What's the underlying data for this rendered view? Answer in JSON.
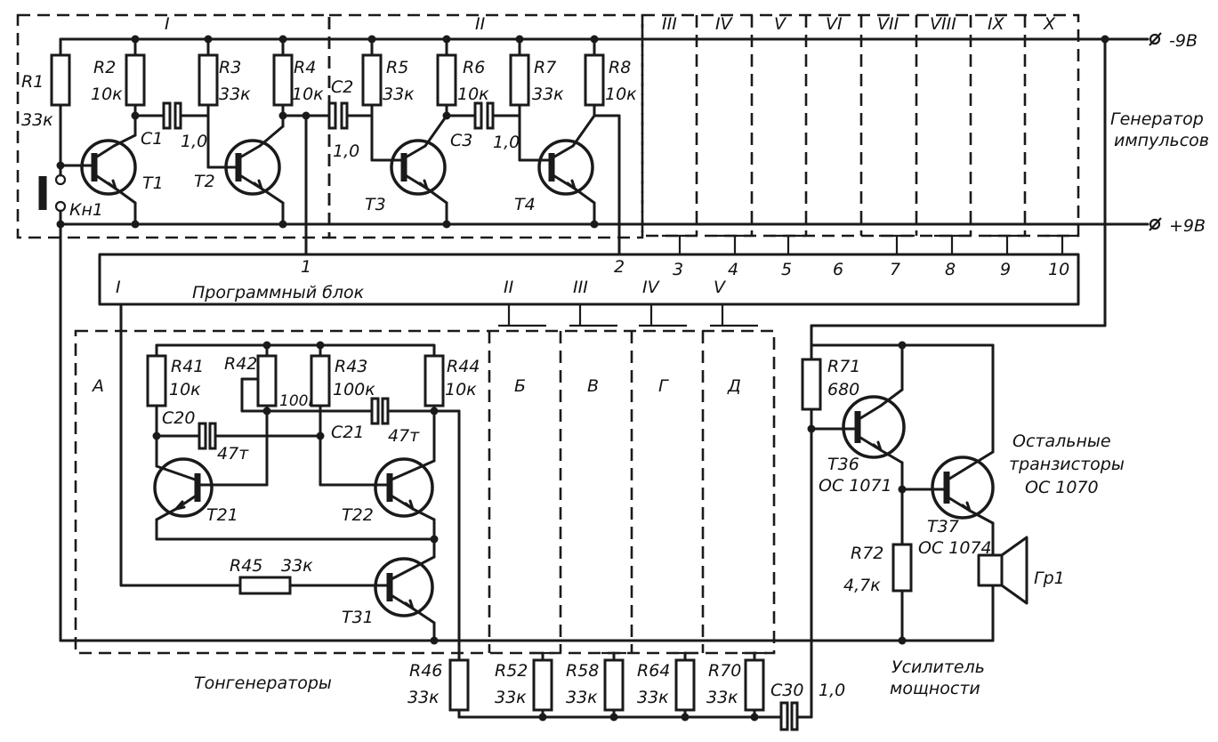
{
  "supply": {
    "negative": "-9В",
    "positive": "+9В"
  },
  "sections": {
    "pulse": [
      "I",
      "II",
      "III",
      "IV",
      "V",
      "VI",
      "VII",
      "VIII",
      "IX",
      "X"
    ],
    "tone": [
      "А",
      "Б",
      "В",
      "Г",
      "Д"
    ]
  },
  "program_block": {
    "title": "Программный блок",
    "inputs": [
      "1",
      "2",
      "3",
      "4",
      "5",
      "6",
      "7",
      "8",
      "9",
      "10"
    ],
    "outputs": [
      "I",
      "II",
      "III",
      "IV",
      "V"
    ]
  },
  "captions": {
    "pulse_gen": [
      "Генератор",
      "импульсов"
    ],
    "tone_gen": "Тонгенераторы",
    "amplifier": [
      "Усилитель",
      "мощности"
    ],
    "other_tx": [
      "Остальные",
      "транзисторы",
      "ОС 1070"
    ]
  },
  "switch": {
    "name": "Кн1"
  },
  "speaker": {
    "name": "Гр1"
  },
  "resistors": {
    "R1": [
      "R1",
      "33к"
    ],
    "R2": [
      "R2",
      "10к"
    ],
    "R3": [
      "R3",
      "33к"
    ],
    "R4": [
      "R4",
      "10к"
    ],
    "R5": [
      "R5",
      "33к"
    ],
    "R6": [
      "R6",
      "10к"
    ],
    "R7": [
      "R7",
      "33к"
    ],
    "R8": [
      "R8",
      "10к"
    ],
    "R41": [
      "R41",
      "10к"
    ],
    "R42": [
      "R42",
      "100к"
    ],
    "R43": [
      "R43",
      "100к"
    ],
    "R44": [
      "R44",
      "10к"
    ],
    "R45": [
      "R45",
      "33к"
    ],
    "R46": [
      "R46",
      "33к"
    ],
    "R52": [
      "R52",
      "33к"
    ],
    "R58": [
      "R58",
      "33к"
    ],
    "R64": [
      "R64",
      "33к"
    ],
    "R70": [
      "R70",
      "33к"
    ],
    "R71": [
      "R71",
      "680"
    ],
    "R72": [
      "R72",
      "4,7к"
    ]
  },
  "capacitors": {
    "C1": [
      "C1",
      "1,0"
    ],
    "C2": [
      "C2",
      "1,0"
    ],
    "C3": [
      "C3",
      "1,0"
    ],
    "C20": [
      "C20",
      "47т"
    ],
    "C21": [
      "C21",
      "47т"
    ],
    "C30": [
      "C30",
      "1,0"
    ]
  },
  "transistors": {
    "T1": "T1",
    "T2": "T2",
    "T3": "T3",
    "T4": "T4",
    "T21": "T21",
    "T22": "T22",
    "T31": "T31",
    "T36": [
      "T36",
      "ОС 1071"
    ],
    "T37": [
      "T37",
      "ОС 1074"
    ]
  }
}
